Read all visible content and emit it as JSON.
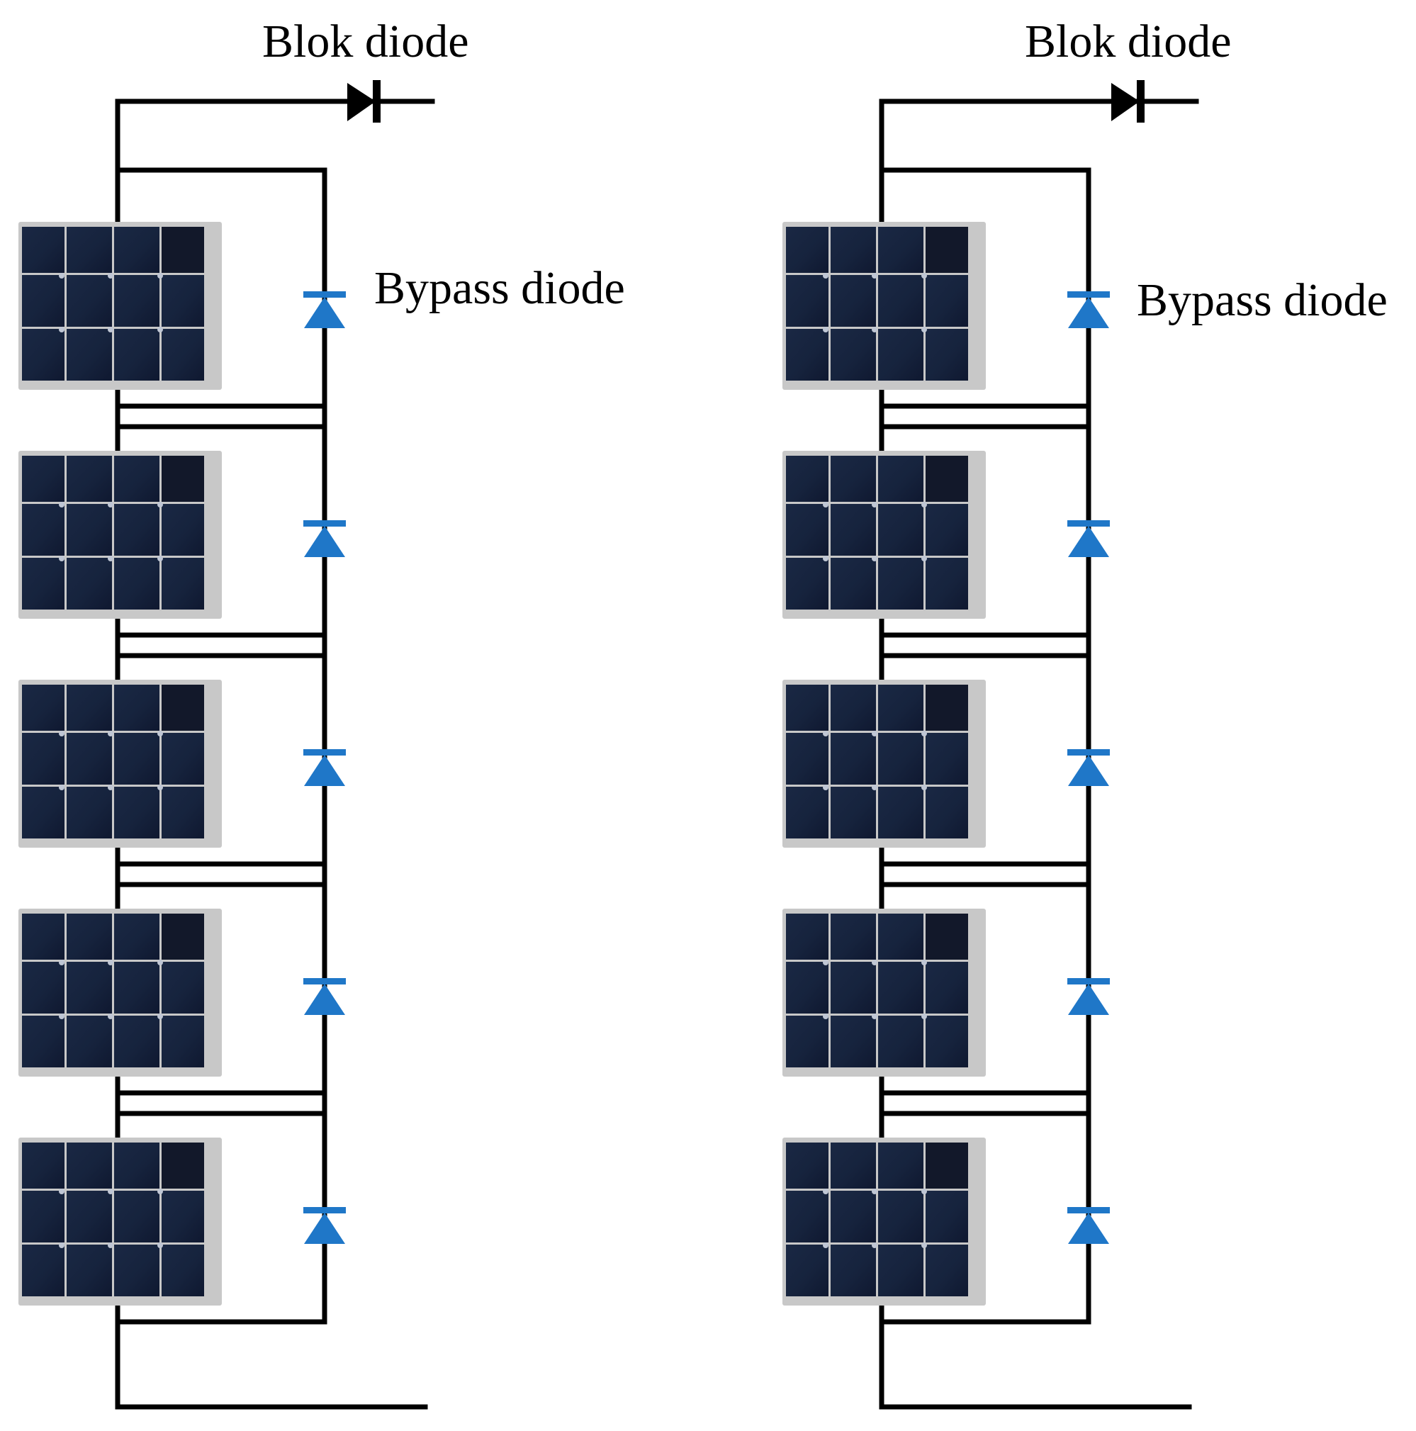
{
  "diagram": {
    "strings": [
      {
        "blocking_diode_label": "Blok diode",
        "bypass_diode_label": "Bypass diode",
        "panel_count": 5
      },
      {
        "blocking_diode_label": "Blok diode",
        "bypass_diode_label": "Bypass diode",
        "panel_count": 5
      }
    ],
    "colors": {
      "wire": "#000000",
      "bypass_diode": "#1f77c8",
      "panel_cell": "#14203a",
      "panel_frame": "#c8c8c8"
    }
  }
}
